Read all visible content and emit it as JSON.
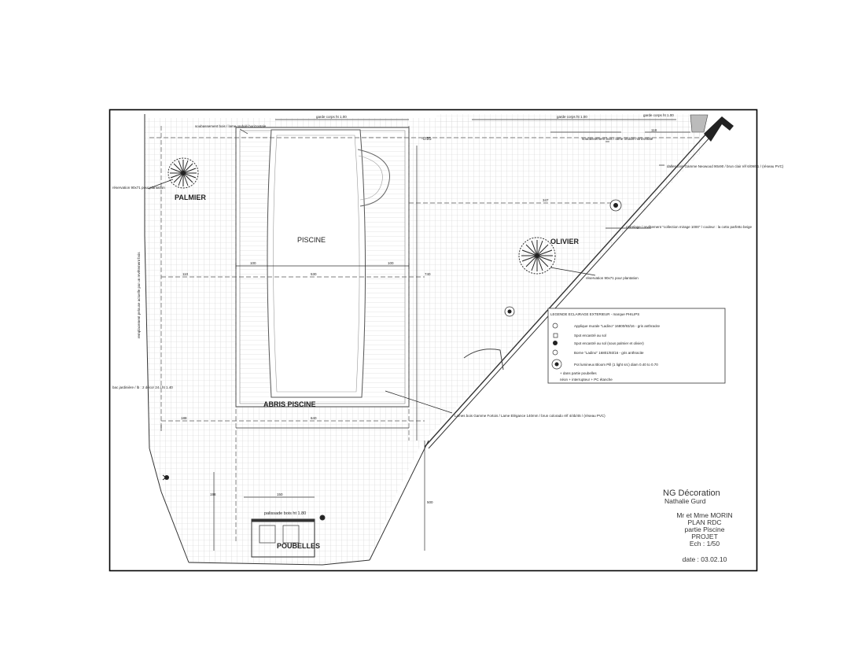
{
  "labels": {
    "palmier": "PALMIER",
    "olivier": "OLIVIER",
    "piscine": "PISCINE",
    "abris": "ABRIS PISCINE",
    "poubelles": "POUBELLES",
    "palissade": "palissade bois  ht 1.80"
  },
  "dimensions": {
    "garde_corps_1": "garde corps ht 1.00",
    "garde_corps_2": "garde corps ht 1.00",
    "garde_corps_3": "garde corps ht 1.00",
    "level": "-0.85",
    "d_347": "347",
    "d_100a": "100",
    "d_100b": "100",
    "d_110": "110",
    "d_188": "188",
    "d_530": "530",
    "d_640": "640",
    "d_500": "500",
    "d_150": "150",
    "d_740": "740",
    "d_198": "198",
    "d_118": "118"
  },
  "notes": {
    "soubassement_1": "soubassement bois / lame ondulé horizontale",
    "soubassement_2": "soubassement bois / lame ondulé horizontale",
    "dalles": "dalles bois Gamme Neowood 90x90 / brun clair réf 6/09/51 / (réseau PVC)",
    "carrelage": "carrelage / revêtement \"collection mirage 1000\" / couleur : la cotto parfetto beige",
    "reservation_palmier": "réservation 90x71 pour plantation",
    "reservation_olivier": "réservation 90x71 pour plantation",
    "lames_bois": "Lames bois Gamme Fortois / Lame Elégance 140mm / brun colorado réf 4/4b/45 / (réseau PVC)",
    "remplacement": "remplacement pelouse actuelle par un revêtement bois",
    "bac": "bac jardinière / lb : 2 décor 24 / ht 1.40"
  },
  "legend": {
    "title": "LEGENDE ECLAIRAGE EXTERIEUR  -  marque PHILIPS",
    "items": [
      "Applique murale \"Ladino\" 16800/93/16 - gris anthracite",
      "Spot encastré au sol",
      "Spot encastré au sol (sous palmier et olivier)",
      "Borne \"Ladino\" 16801/93/16 - gris anthracite",
      "Pot lumineux Bloom Pill (1 light src) diam 0.40 to 0.70"
    ],
    "extra": [
      "+ dans partie poubelles",
      "néon + interrupteur + PC étanche"
    ]
  },
  "title_block": {
    "company": "NG Décoration",
    "designer": "Nathalie Gurd",
    "client": "Mr et Mme MORIN",
    "plan": "PLAN RDC",
    "part": "partie Piscine",
    "status": "PROJET",
    "scale": "Ech : 1/50",
    "date": "date : 03.02.10"
  },
  "colors": {
    "line": "#222222",
    "grid": "#c8c8c8",
    "frame": "#000000"
  }
}
